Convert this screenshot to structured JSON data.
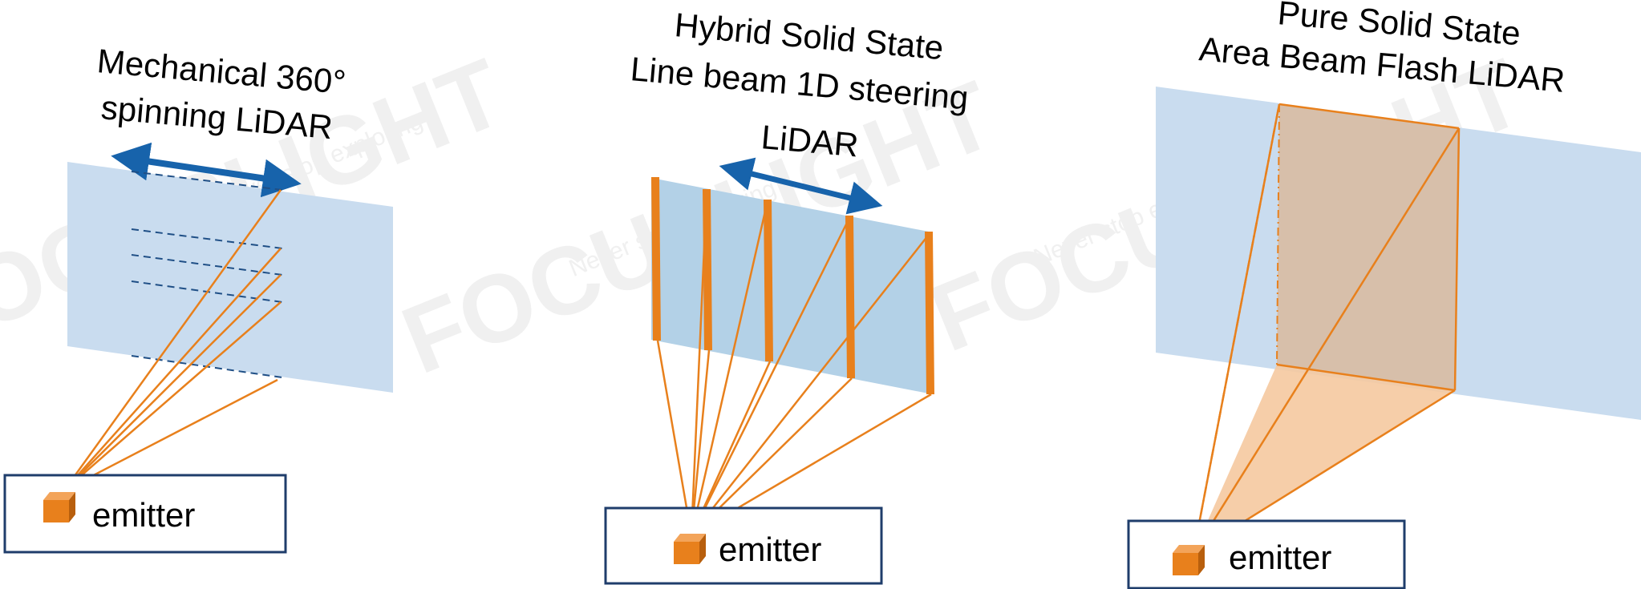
{
  "colors": {
    "plane": "#c9dcef",
    "plane_mid": "#b3d1e7",
    "beam": "#e8801c",
    "arrow": "#1763ab",
    "box_border": "#1f3d6b",
    "cone_fill": "#f5c9a0",
    "watermark": "#ececec"
  },
  "panels": [
    {
      "title_lines": [
        "Mechanical 360°",
        "spinning LiDAR"
      ],
      "emitter_label": "emitter"
    },
    {
      "title_lines": [
        "Hybrid Solid State",
        "Line beam 1D steering",
        "LiDAR"
      ],
      "emitter_label": "emitter"
    },
    {
      "title_lines": [
        "Pure Solid State",
        "Area Beam Flash LiDAR"
      ],
      "emitter_label": "emitter"
    }
  ],
  "watermark": {
    "brand": "FOCUSLIGHT",
    "tagline": "Never stop exploring"
  }
}
